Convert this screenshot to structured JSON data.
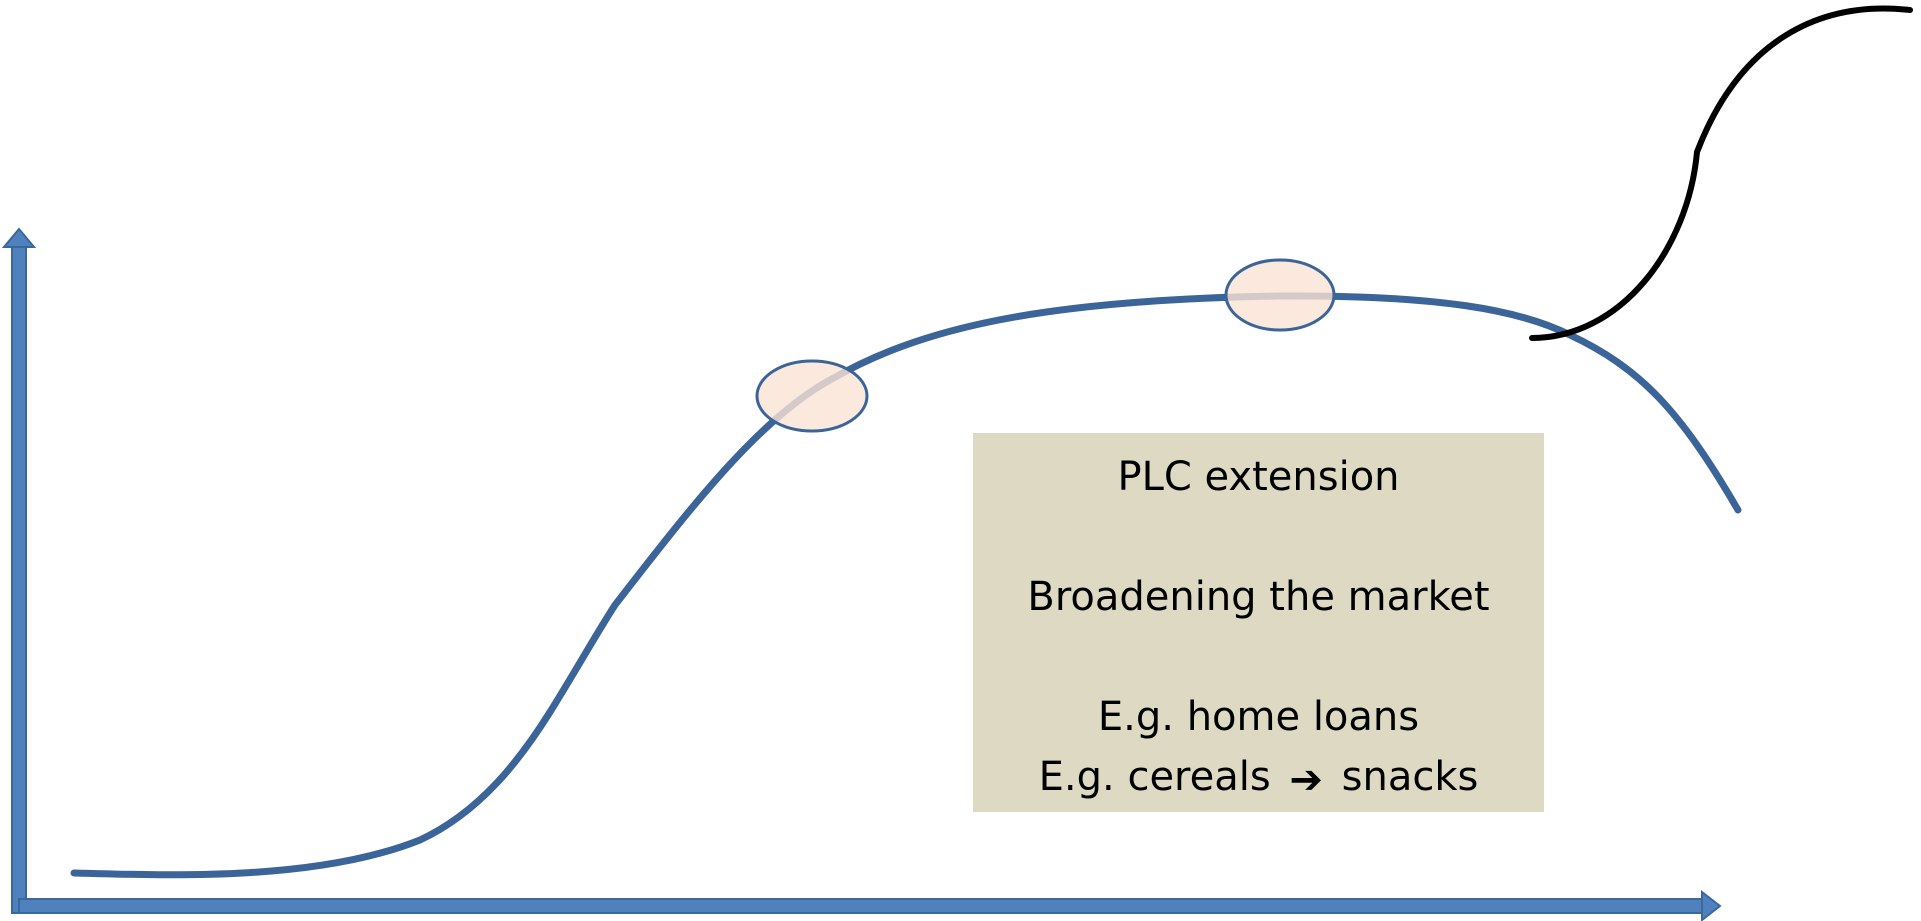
{
  "colors": {
    "axis": "#4f81bd",
    "axis_stroke": "#3a679d",
    "curve": "#3b6499",
    "extension_curve": "#000000",
    "highlight_fill": "#fbe4d5",
    "highlight_stroke": "#3b6499",
    "box_background": "#ddd9c3"
  },
  "annotation_box": {
    "title": "PLC extension",
    "strategy": "Broadening the market",
    "example_1": "E.g. home loans",
    "example_2_from": "E.g. cereals",
    "example_2_arrow_icon": "right-arrow-icon",
    "example_2_arrow": "➔",
    "example_2_to": "snacks"
  }
}
